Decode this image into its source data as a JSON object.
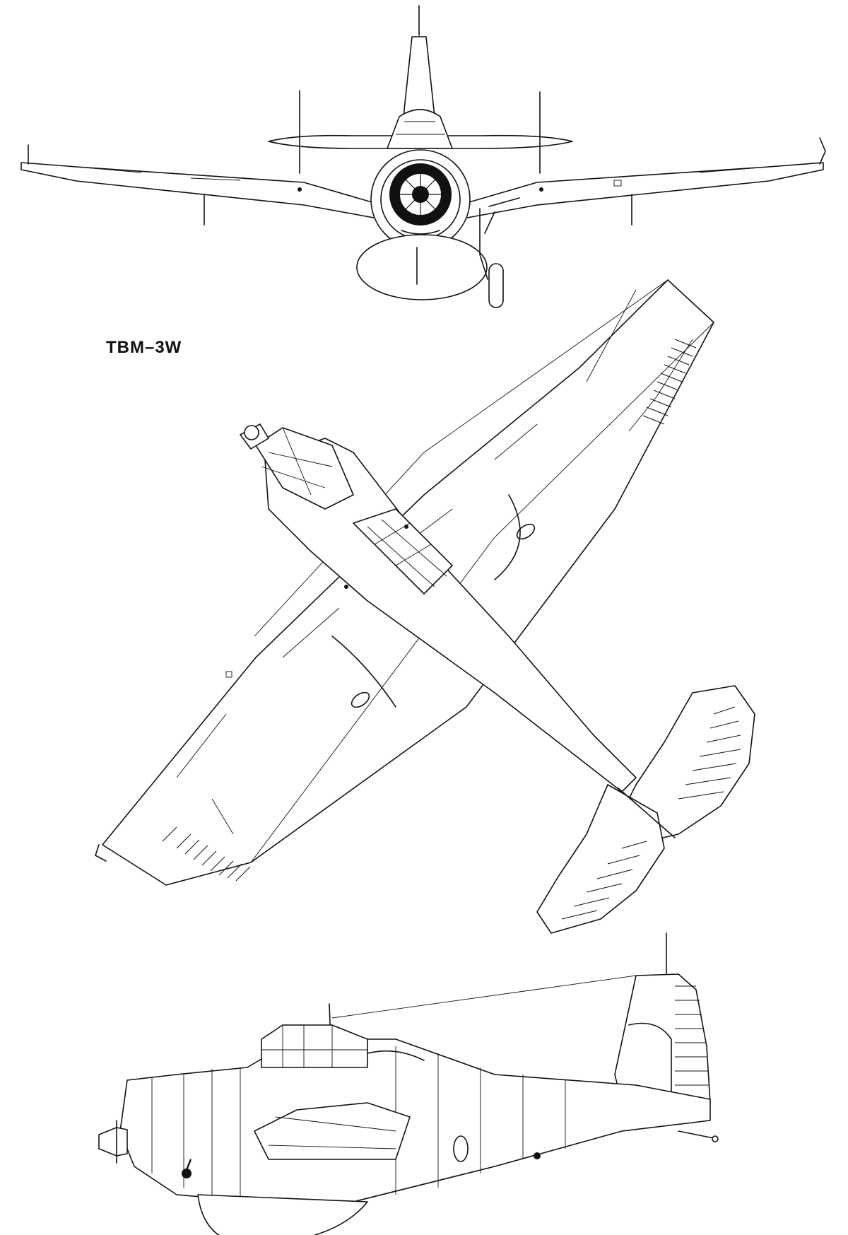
{
  "drawing": {
    "label": "TBM–3W",
    "views": [
      {
        "name": "front-view"
      },
      {
        "name": "top-view"
      },
      {
        "name": "side-view"
      }
    ]
  }
}
